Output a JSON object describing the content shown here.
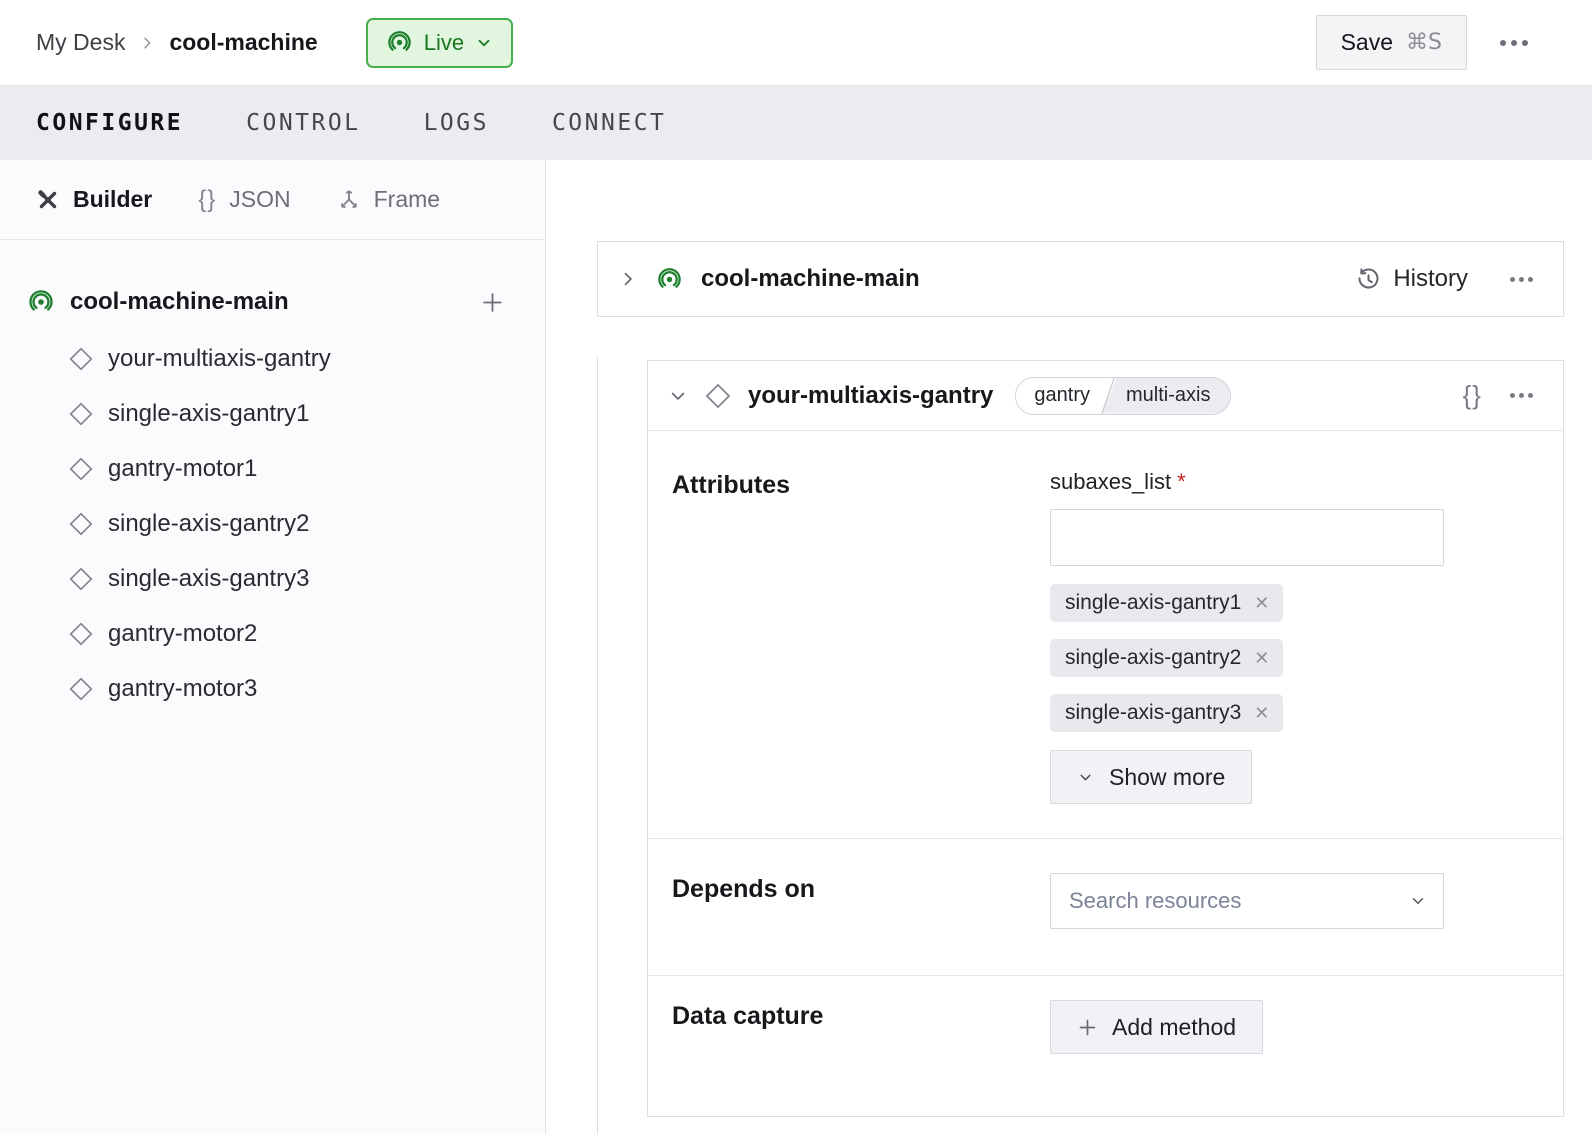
{
  "header": {
    "breadcrumb": {
      "parent": "My Desk",
      "current": "cool-machine"
    },
    "status": {
      "label": "Live"
    },
    "save": {
      "label": "Save",
      "shortcut": "⌘S"
    }
  },
  "tabs": [
    {
      "label": "CONFIGURE",
      "active": true
    },
    {
      "label": "CONTROL",
      "active": false
    },
    {
      "label": "LOGS",
      "active": false
    },
    {
      "label": "CONNECT",
      "active": false
    }
  ],
  "sidebar": {
    "views": [
      {
        "label": "Builder",
        "icon": "tools-icon",
        "active": true
      },
      {
        "label": "JSON",
        "icon": "code-braces-icon",
        "active": false
      },
      {
        "label": "Frame",
        "icon": "frame-icon",
        "active": false
      }
    ],
    "tree": {
      "root": {
        "label": "cool-machine-main",
        "icon": "broadcast-icon"
      },
      "children": [
        "your-multiaxis-gantry",
        "single-axis-gantry1",
        "gantry-motor1",
        "single-axis-gantry2",
        "single-axis-gantry3",
        "gantry-motor2",
        "gantry-motor3"
      ]
    }
  },
  "main": {
    "part_card": {
      "title": "cool-machine-main",
      "history_label": "History"
    },
    "resource_card": {
      "title": "your-multiaxis-gantry",
      "type_tag": "gantry",
      "model_tag": "multi-axis",
      "attributes": {
        "section_label": "Attributes",
        "field_label": "subaxes_list",
        "required_marker": "*",
        "input_value": "",
        "chips": [
          "single-axis-gantry1",
          "single-axis-gantry2",
          "single-axis-gantry3"
        ],
        "show_more_label": "Show more"
      },
      "depends_on": {
        "section_label": "Depends on",
        "search_placeholder": "Search resources"
      },
      "data_capture": {
        "section_label": "Data capture",
        "add_method_label": "Add method"
      }
    }
  },
  "glyphs": {
    "braces": "{}",
    "close": "✕"
  },
  "colors": {
    "live_bg": "#e2f6df",
    "live_border": "#46ae4d",
    "live_text": "#17771f",
    "brand_green": "#1d7f2c",
    "required_red": "#c11f1f",
    "tabbar_bg": "#ecebef",
    "chip_bg": "#e9e8ed",
    "card_border": "#dedde2"
  }
}
